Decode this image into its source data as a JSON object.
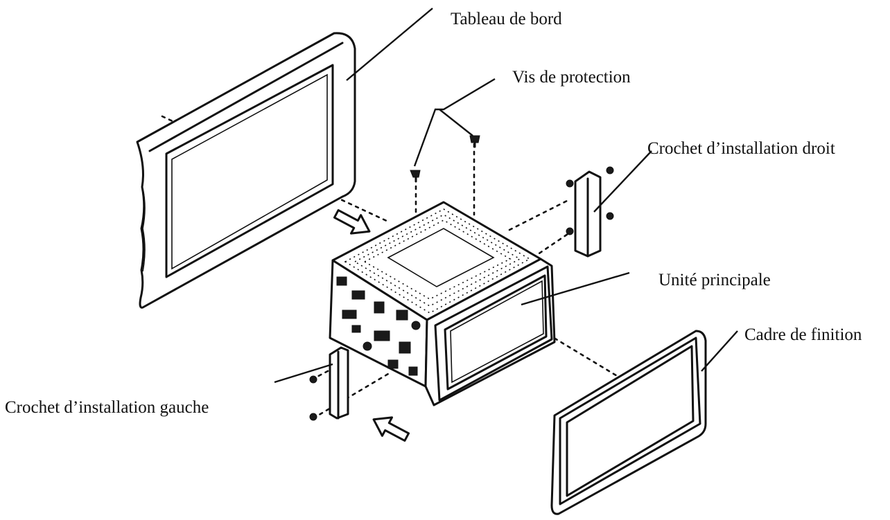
{
  "labels": {
    "dashboard": "Tableau de bord",
    "protection_screws": "Vis de protection",
    "right_bracket": "Crochet d’installation droit",
    "main_unit": "Unité principale",
    "trim_frame": "Cadre de finition",
    "left_bracket": "Crochet d’installation  gauche"
  },
  "colors": {
    "ink": "#111111",
    "background": "#ffffff"
  }
}
